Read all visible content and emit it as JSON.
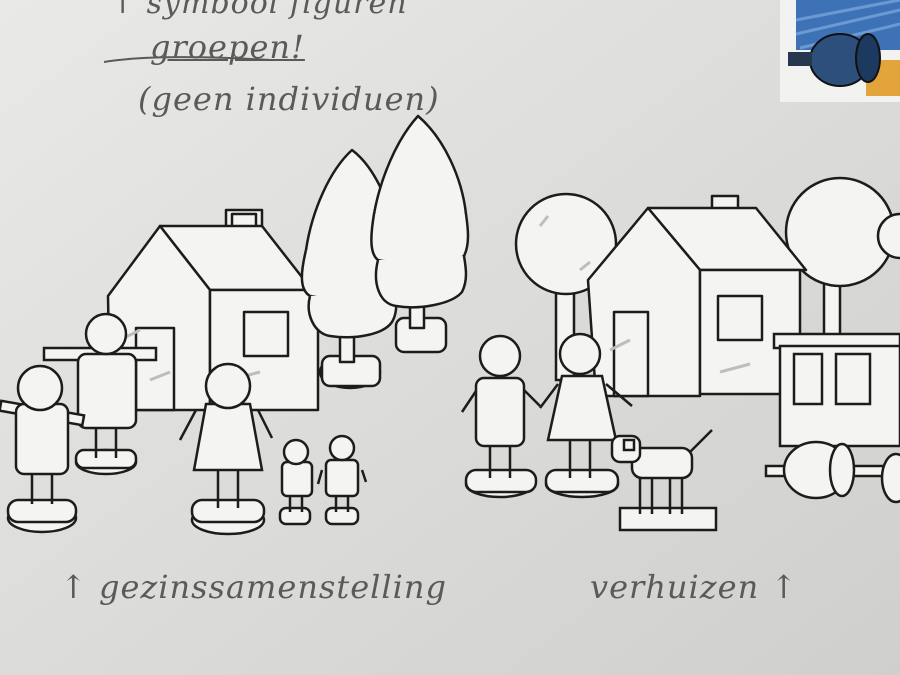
{
  "notes": {
    "line1": "↑ symbool figuren",
    "line2": "groepen!",
    "line3": "(geen individuen)"
  },
  "captions": {
    "left": "↑ gezinssamenstelling",
    "right": "verhuizen ↑"
  },
  "colors": {
    "paper": "#e2e2e0",
    "cutout": "#f4f4f2",
    "ink": "#1c1c1c",
    "pencil": "#5a5a5a",
    "accent_blue": "#2f5f95"
  }
}
